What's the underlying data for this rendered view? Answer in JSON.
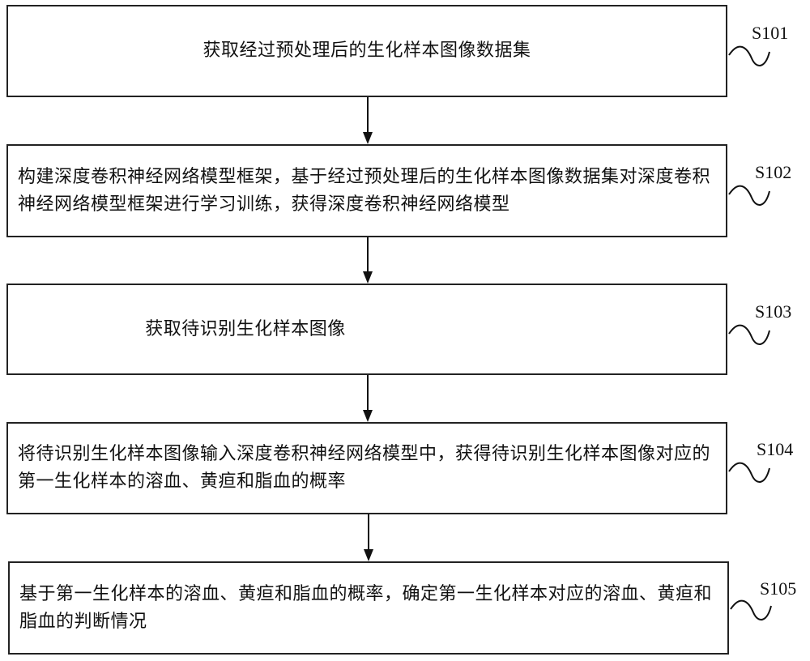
{
  "steps": [
    {
      "id": "S101",
      "text": "获取经过预处理后的生化样本图像数据集"
    },
    {
      "id": "S102",
      "text": "构建深度卷积神经网络模型框架，基于经过预处理后的生化样本图像数据集对深度卷积神经网络模型框架进行学习训练，获得深度卷积神经网络模型"
    },
    {
      "id": "S103",
      "text": "获取待识别生化样本图像"
    },
    {
      "id": "S104",
      "text": "将待识别生化样本图像输入深度卷积神经网络模型中，获得待识别生化样本图像对应的第一生化样本的溶血、黄疸和脂血的概率"
    },
    {
      "id": "S105",
      "text": "基于第一生化样本的溶血、黄疸和脂血的概率，确定第一生化样本对应的溶血、黄疸和脂血的判断情况"
    }
  ]
}
